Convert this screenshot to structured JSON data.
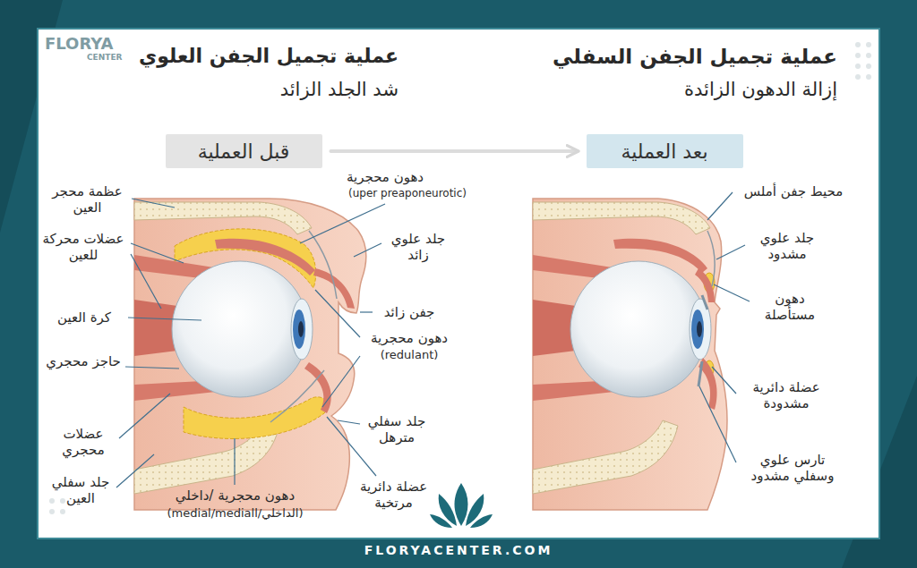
{
  "diagram": {
    "nodes": [
      {
        "text": [
          "قبل العملية"
        ]
      },
      {
        "text": [
          "بعد العملية"
        ]
      }
    ],
    "edges": [
      {
        "from": 0,
        "to": 1,
        "arrow": "to"
      }
    ],
    "labels": [
      "عملية تجميل الجفن العلوي",
      "شد الجلد الزائد",
      "عملية تجميل الجفن السفلي",
      "إزالة الدهون الزائدة",
      "FLORYA",
      "CENTER",
      "عظمة محجر العين",
      "عضلات محركة للعين",
      "كرة العين",
      "حاجز محجري",
      "عضلات محجري",
      "جلد سفلي العين",
      "دهون محجرية /داخلي",
      "(medial/mediall/الداخلي)",
      "عضلة دائرية مرتخية",
      "جلد سفلي مترهل",
      "دهون محجرية",
      "(redulant)",
      "جفن زائد",
      "جلد علوي زائد",
      "دهون محجرية",
      "(uper preaponeurotic)",
      "محيط جفن أملس",
      "جلد علوي مشدود",
      "دهون مستأصلة",
      "عضلة دائرية مشدودة",
      "تارس علوي وسفلي مشدود",
      "FLORYACENTER.COM"
    ]
  }
}
